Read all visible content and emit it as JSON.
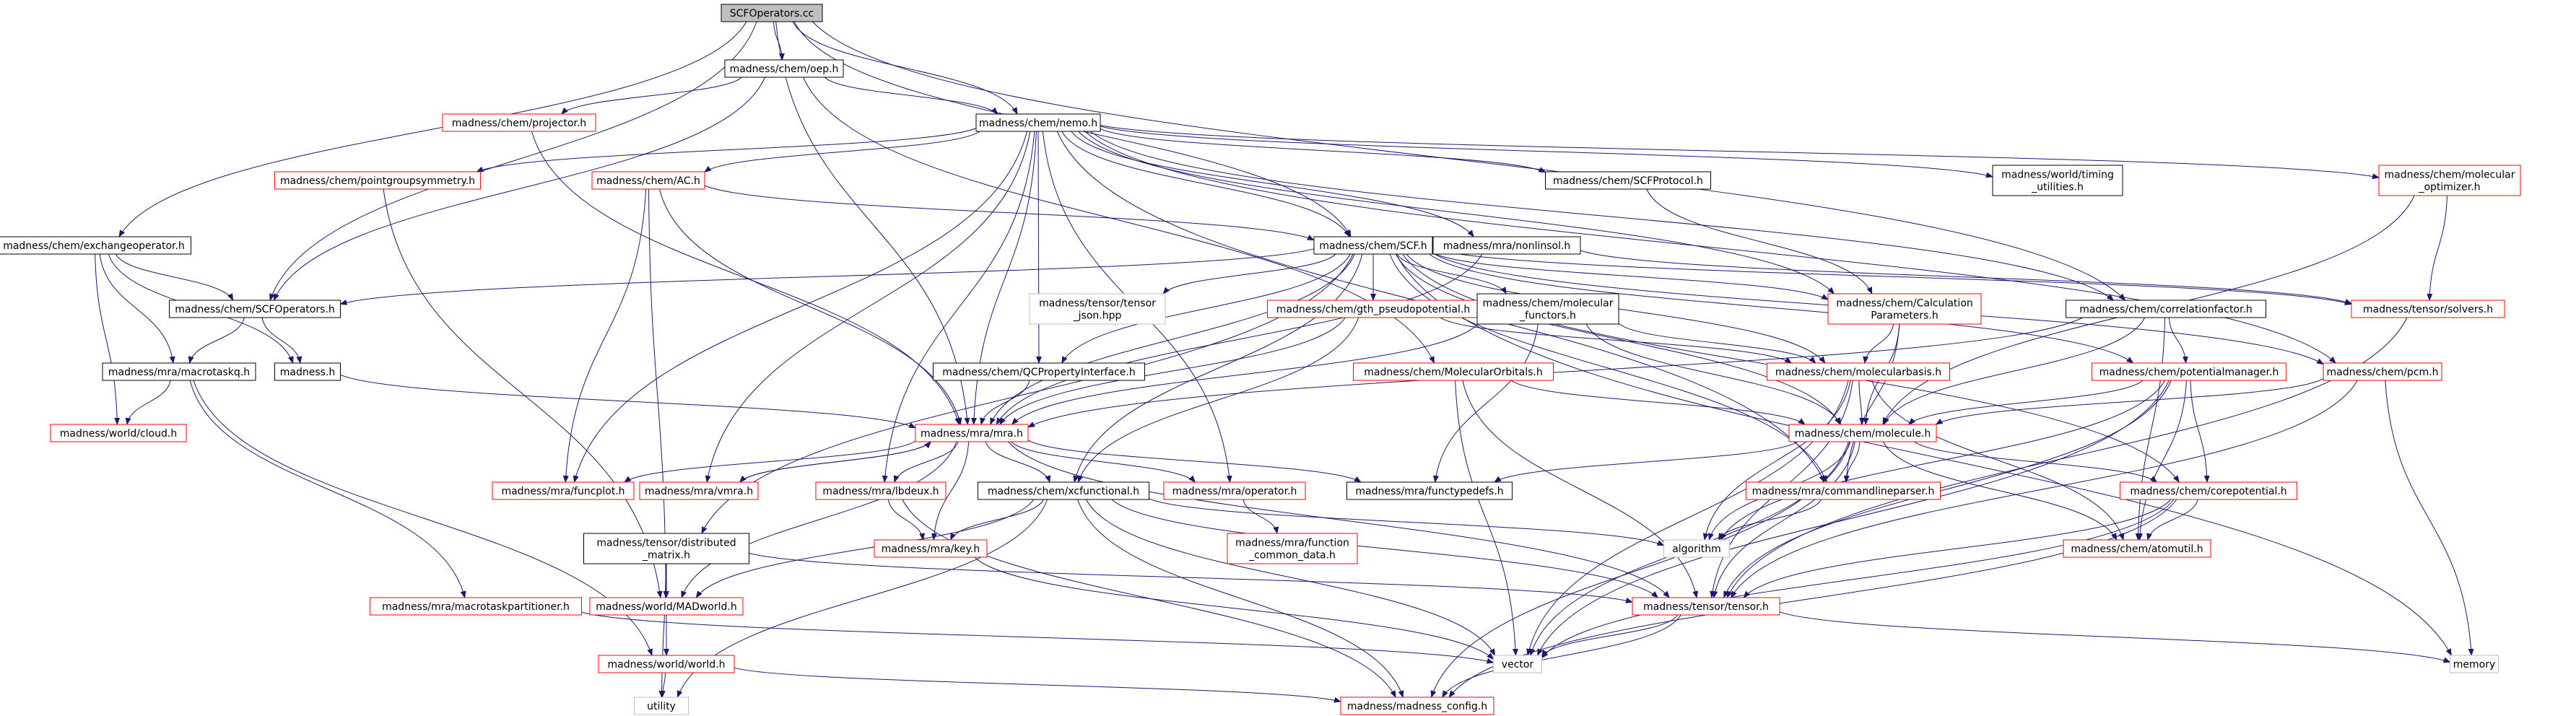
{
  "colors": {
    "edge": "#191970",
    "root_fill": "#bfbfbf",
    "box_fill": "#ffffff",
    "black_border": "#000000",
    "red_border": "#ff0000",
    "grey_border": "#bfbfbf",
    "text": "#000000"
  },
  "nodes": {
    "root": {
      "label": "SCFOperators.cc",
      "style": "root"
    },
    "oep": {
      "label": "madness/chem/oep.h",
      "style": "black"
    },
    "projector": {
      "label": "madness/chem/projector.h",
      "style": "red"
    },
    "nemo": {
      "label": "madness/chem/nemo.h",
      "style": "black"
    },
    "pointgroup": {
      "label": "madness/chem/pointgroupsymmetry.h",
      "style": "red"
    },
    "ac": {
      "label": "madness/chem/AC.h",
      "style": "red"
    },
    "scfprotocol": {
      "label": "madness/chem/SCFProtocol.h",
      "style": "black"
    },
    "timing": {
      "label": "madness/world/timing\n_utilities.h",
      "style": "black"
    },
    "molopt": {
      "label": "madness/chem/molecular\n_optimizer.h",
      "style": "red"
    },
    "exchangeop": {
      "label": "madness/chem/exchangeoperator.h",
      "style": "black"
    },
    "scf": {
      "label": "madness/chem/SCF.h",
      "style": "black"
    },
    "nonlinsol": {
      "label": "madness/mra/nonlinsol.h",
      "style": "black"
    },
    "scfops": {
      "label": "madness/chem/SCFOperators.h",
      "style": "black"
    },
    "tensorjson": {
      "label": "madness/tensor/tensor\n_json.hpp",
      "style": "grey"
    },
    "gth": {
      "label": "madness/chem/gth_pseudopotential.h",
      "style": "red"
    },
    "molfunctors": {
      "label": "madness/chem/molecular\n_functors.h",
      "style": "black"
    },
    "calcparams": {
      "label": "madness/chem/Calculation\nParameters.h",
      "style": "red"
    },
    "corrfactor": {
      "label": "madness/chem/correlationfactor.h",
      "style": "black"
    },
    "solvers": {
      "label": "madness/tensor/solvers.h",
      "style": "red"
    },
    "macrotaskq": {
      "label": "madness/mra/macrotaskq.h",
      "style": "black"
    },
    "madnessh": {
      "label": "madness.h",
      "style": "black"
    },
    "qcprop": {
      "label": "madness/chem/QCPropertyInterface.h",
      "style": "black"
    },
    "molorbitals": {
      "label": "madness/chem/MolecularOrbitals.h",
      "style": "red"
    },
    "molbasis": {
      "label": "madness/chem/molecularbasis.h",
      "style": "red"
    },
    "potmanager": {
      "label": "madness/chem/potentialmanager.h",
      "style": "red"
    },
    "pcm": {
      "label": "madness/chem/pcm.h",
      "style": "red"
    },
    "cloud": {
      "label": "madness/world/cloud.h",
      "style": "red"
    },
    "mra": {
      "label": "madness/mra/mra.h",
      "style": "red"
    },
    "molecule": {
      "label": "madness/chem/molecule.h",
      "style": "red"
    },
    "funcplot": {
      "label": "madness/mra/funcplot.h",
      "style": "red"
    },
    "vmra": {
      "label": "madness/mra/vmra.h",
      "style": "red"
    },
    "lbdeux": {
      "label": "madness/mra/lbdeux.h",
      "style": "red"
    },
    "xcfunctional": {
      "label": "madness/chem/xcfunctional.h",
      "style": "black"
    },
    "operator": {
      "label": "madness/mra/operator.h",
      "style": "red"
    },
    "functypedefs": {
      "label": "madness/mra/functypedefs.h",
      "style": "black"
    },
    "cmdparser": {
      "label": "madness/mra/commandlineparser.h",
      "style": "red"
    },
    "corepot": {
      "label": "madness/chem/corepotential.h",
      "style": "red"
    },
    "distmatrix": {
      "label": "madness/tensor/distributed\n_matrix.h",
      "style": "black"
    },
    "key": {
      "label": "madness/mra/key.h",
      "style": "red"
    },
    "funccommon": {
      "label": "madness/mra/function\n_common_data.h",
      "style": "red"
    },
    "algorithm": {
      "label": "algorithm",
      "style": "grey"
    },
    "atomutil": {
      "label": "madness/chem/atomutil.h",
      "style": "red"
    },
    "macrotaskpart": {
      "label": "madness/mra/macrotaskpartitioner.h",
      "style": "red"
    },
    "madworld": {
      "label": "madness/world/MADworld.h",
      "style": "red"
    },
    "tensor": {
      "label": "madness/tensor/tensor.h",
      "style": "red"
    },
    "world": {
      "label": "madness/world/world.h",
      "style": "red"
    },
    "vector": {
      "label": "vector",
      "style": "grey"
    },
    "memory": {
      "label": "memory",
      "style": "grey"
    },
    "utility": {
      "label": "utility",
      "style": "grey"
    },
    "config": {
      "label": "madness/madness_config.h",
      "style": "red"
    }
  },
  "edges": [
    [
      "root",
      "oep"
    ],
    [
      "root",
      "nemo"
    ],
    [
      "root",
      "exchangeop"
    ],
    [
      "root",
      "scf"
    ],
    [
      "root",
      "scfops"
    ],
    [
      "root",
      "corrfactor"
    ],
    [
      "root",
      "mra"
    ],
    [
      "oep",
      "projector"
    ],
    [
      "oep",
      "nemo"
    ],
    [
      "oep",
      "scfops"
    ],
    [
      "oep",
      "molorbitals"
    ],
    [
      "projector",
      "mra"
    ],
    [
      "nemo",
      "pointgroup"
    ],
    [
      "nemo",
      "ac"
    ],
    [
      "nemo",
      "scfprotocol"
    ],
    [
      "nemo",
      "timing"
    ],
    [
      "nemo",
      "molopt"
    ],
    [
      "nemo",
      "scf"
    ],
    [
      "nemo",
      "nonlinsol"
    ],
    [
      "nemo",
      "calcparams"
    ],
    [
      "nemo",
      "corrfactor"
    ],
    [
      "nemo",
      "qcprop"
    ],
    [
      "nemo",
      "pcm"
    ],
    [
      "nemo",
      "funcplot"
    ],
    [
      "nemo",
      "vmra"
    ],
    [
      "nemo",
      "lbdeux"
    ],
    [
      "nemo",
      "mra"
    ],
    [
      "nemo",
      "operator"
    ],
    [
      "nemo",
      "cmdparser"
    ],
    [
      "pointgroup",
      "madworld"
    ],
    [
      "ac",
      "scf"
    ],
    [
      "ac",
      "mra"
    ],
    [
      "ac",
      "funcplot"
    ],
    [
      "ac",
      "madworld"
    ],
    [
      "scfprotocol",
      "calcparams"
    ],
    [
      "molopt",
      "solvers"
    ],
    [
      "molopt",
      "molecule"
    ],
    [
      "exchangeop",
      "scfops"
    ],
    [
      "exchangeop",
      "macrotaskq"
    ],
    [
      "exchangeop",
      "madnessh"
    ],
    [
      "exchangeop",
      "cloud"
    ],
    [
      "scf",
      "scfops"
    ],
    [
      "scf",
      "tensorjson"
    ],
    [
      "scf",
      "gth"
    ],
    [
      "scf",
      "molfunctors"
    ],
    [
      "scf",
      "calcparams"
    ],
    [
      "scf",
      "solvers"
    ],
    [
      "scf",
      "qcprop"
    ],
    [
      "scf",
      "molbasis"
    ],
    [
      "scf",
      "potmanager"
    ],
    [
      "scf",
      "pcm"
    ],
    [
      "scf",
      "mra"
    ],
    [
      "scf",
      "molecule"
    ],
    [
      "scf",
      "xcfunctional"
    ],
    [
      "scf",
      "distmatrix"
    ],
    [
      "scf",
      "cmdparser"
    ],
    [
      "scf",
      "corepot"
    ],
    [
      "scf",
      "memory"
    ],
    [
      "nonlinsol",
      "mra"
    ],
    [
      "nonlinsol",
      "solvers"
    ],
    [
      "scfops",
      "macrotaskq"
    ],
    [
      "scfops",
      "madnessh"
    ],
    [
      "gth",
      "molbasis"
    ],
    [
      "gth",
      "mra"
    ],
    [
      "gth",
      "xcfunctional"
    ],
    [
      "molfunctors",
      "molbasis"
    ],
    [
      "molfunctors",
      "mra"
    ],
    [
      "molfunctors",
      "molecule"
    ],
    [
      "molfunctors",
      "functypedefs"
    ],
    [
      "calcparams",
      "molbasis"
    ],
    [
      "calcparams",
      "molecule"
    ],
    [
      "calcparams",
      "cmdparser"
    ],
    [
      "corrfactor",
      "mra"
    ],
    [
      "corrfactor",
      "potmanager"
    ],
    [
      "corrfactor",
      "molecule"
    ],
    [
      "corrfactor",
      "atomutil"
    ],
    [
      "solvers",
      "tensor"
    ],
    [
      "macrotaskq",
      "cloud"
    ],
    [
      "macrotaskq",
      "macrotaskpart"
    ],
    [
      "macrotaskq",
      "world"
    ],
    [
      "madnessh",
      "mra"
    ],
    [
      "qcprop",
      "mra"
    ],
    [
      "molorbitals",
      "molecule"
    ],
    [
      "molorbitals",
      "tensor"
    ],
    [
      "molorbitals",
      "vector"
    ],
    [
      "molbasis",
      "molecule"
    ],
    [
      "molbasis",
      "tensor"
    ],
    [
      "molbasis",
      "vector"
    ],
    [
      "molbasis",
      "algorithm"
    ],
    [
      "molbasis",
      "atomutil"
    ],
    [
      "potmanager",
      "molecule"
    ],
    [
      "potmanager",
      "corepot"
    ],
    [
      "potmanager",
      "atomutil"
    ],
    [
      "potmanager",
      "tensor"
    ],
    [
      "potmanager",
      "vector"
    ],
    [
      "potmanager",
      "algorithm"
    ],
    [
      "pcm",
      "molecule"
    ],
    [
      "pcm",
      "tensor"
    ],
    [
      "pcm",
      "memory"
    ],
    [
      "mra",
      "funcplot"
    ],
    [
      "mra",
      "vmra"
    ],
    [
      "mra",
      "lbdeux"
    ],
    [
      "mra",
      "xcfunctional"
    ],
    [
      "mra",
      "operator"
    ],
    [
      "mra",
      "functypedefs"
    ],
    [
      "mra",
      "key"
    ],
    [
      "mra",
      "madworld"
    ],
    [
      "mra",
      "tensor"
    ],
    [
      "vmra",
      "mra"
    ],
    [
      "lbdeux",
      "key"
    ],
    [
      "lbdeux",
      "config"
    ],
    [
      "xcfunctional",
      "tensor"
    ],
    [
      "xcfunctional",
      "madworld"
    ],
    [
      "xcfunctional",
      "vector"
    ],
    [
      "xcfunctional",
      "algorithm"
    ],
    [
      "xcfunctional",
      "utility"
    ],
    [
      "xcfunctional",
      "config"
    ],
    [
      "xcfunctional",
      "key"
    ],
    [
      "operator",
      "funccommon"
    ],
    [
      "molecule",
      "corepot"
    ],
    [
      "molecule",
      "atomutil"
    ],
    [
      "molecule",
      "tensor"
    ],
    [
      "molecule",
      "vector"
    ],
    [
      "molecule",
      "algorithm"
    ],
    [
      "molecule",
      "cmdparser"
    ],
    [
      "molecule",
      "functypedefs"
    ],
    [
      "molecule",
      "config"
    ],
    [
      "cmdparser",
      "algorithm"
    ],
    [
      "corepot",
      "atomutil"
    ],
    [
      "corepot",
      "tensor"
    ],
    [
      "corepot",
      "vector"
    ],
    [
      "corepot",
      "config"
    ],
    [
      "distmatrix",
      "madworld"
    ],
    [
      "distmatrix",
      "tensor"
    ],
    [
      "distmatrix",
      "utility"
    ],
    [
      "key",
      "vector"
    ],
    [
      "macrotaskpart",
      "vector"
    ],
    [
      "madworld",
      "world"
    ],
    [
      "tensor",
      "vector"
    ],
    [
      "tensor",
      "memory"
    ],
    [
      "tensor",
      "config"
    ],
    [
      "world",
      "utility"
    ],
    [
      "world",
      "config"
    ]
  ]
}
